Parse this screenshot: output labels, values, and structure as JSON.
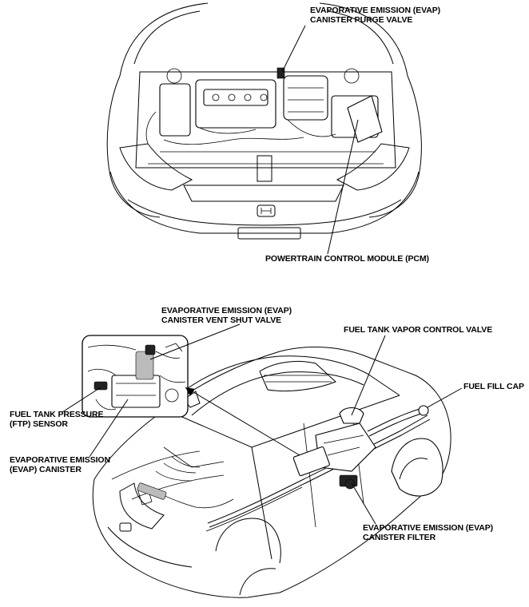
{
  "labels": {
    "purge_valve": [
      "EVAPORATIVE EMISSION (EVAP)",
      "CANISTER PURGE VALVE"
    ],
    "pcm": [
      "POWERTRAIN CONTROL MODULE (PCM)"
    ],
    "vent_shut_valve": [
      "EVAPORATIVE EMISSION (EVAP)",
      "CANISTER VENT SHUT VALVE"
    ],
    "vapor_control_valve": [
      "FUEL TANK VAPOR CONTROL VALVE"
    ],
    "fuel_fill_cap": [
      "FUEL FILL CAP"
    ],
    "ftp_sensor": [
      "FUEL TANK PRESSURE",
      "(FTP) SENSOR"
    ],
    "evap_canister": [
      "EVAPORATIVE EMISSION",
      "(EVAP) CANISTER"
    ],
    "canister_filter": [
      "EVAPORATIVE EMISSION (EVAP)",
      "CANISTER FILTER"
    ]
  }
}
